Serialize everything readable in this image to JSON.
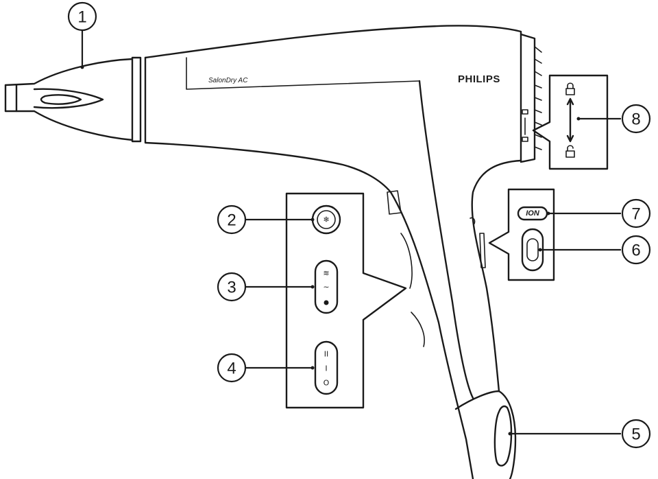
{
  "product": {
    "brand": "PHILIPS",
    "model": "SalonDry AC"
  },
  "ion_label": "ION",
  "speed_symbols": [
    "II",
    "I",
    "O"
  ],
  "callouts": [
    {
      "id": "1",
      "label": "1"
    },
    {
      "id": "2",
      "label": "2"
    },
    {
      "id": "3",
      "label": "3"
    },
    {
      "id": "4",
      "label": "4"
    },
    {
      "id": "5",
      "label": "5"
    },
    {
      "id": "6",
      "label": "6"
    },
    {
      "id": "7",
      "label": "7"
    },
    {
      "id": "8",
      "label": "8"
    }
  ]
}
